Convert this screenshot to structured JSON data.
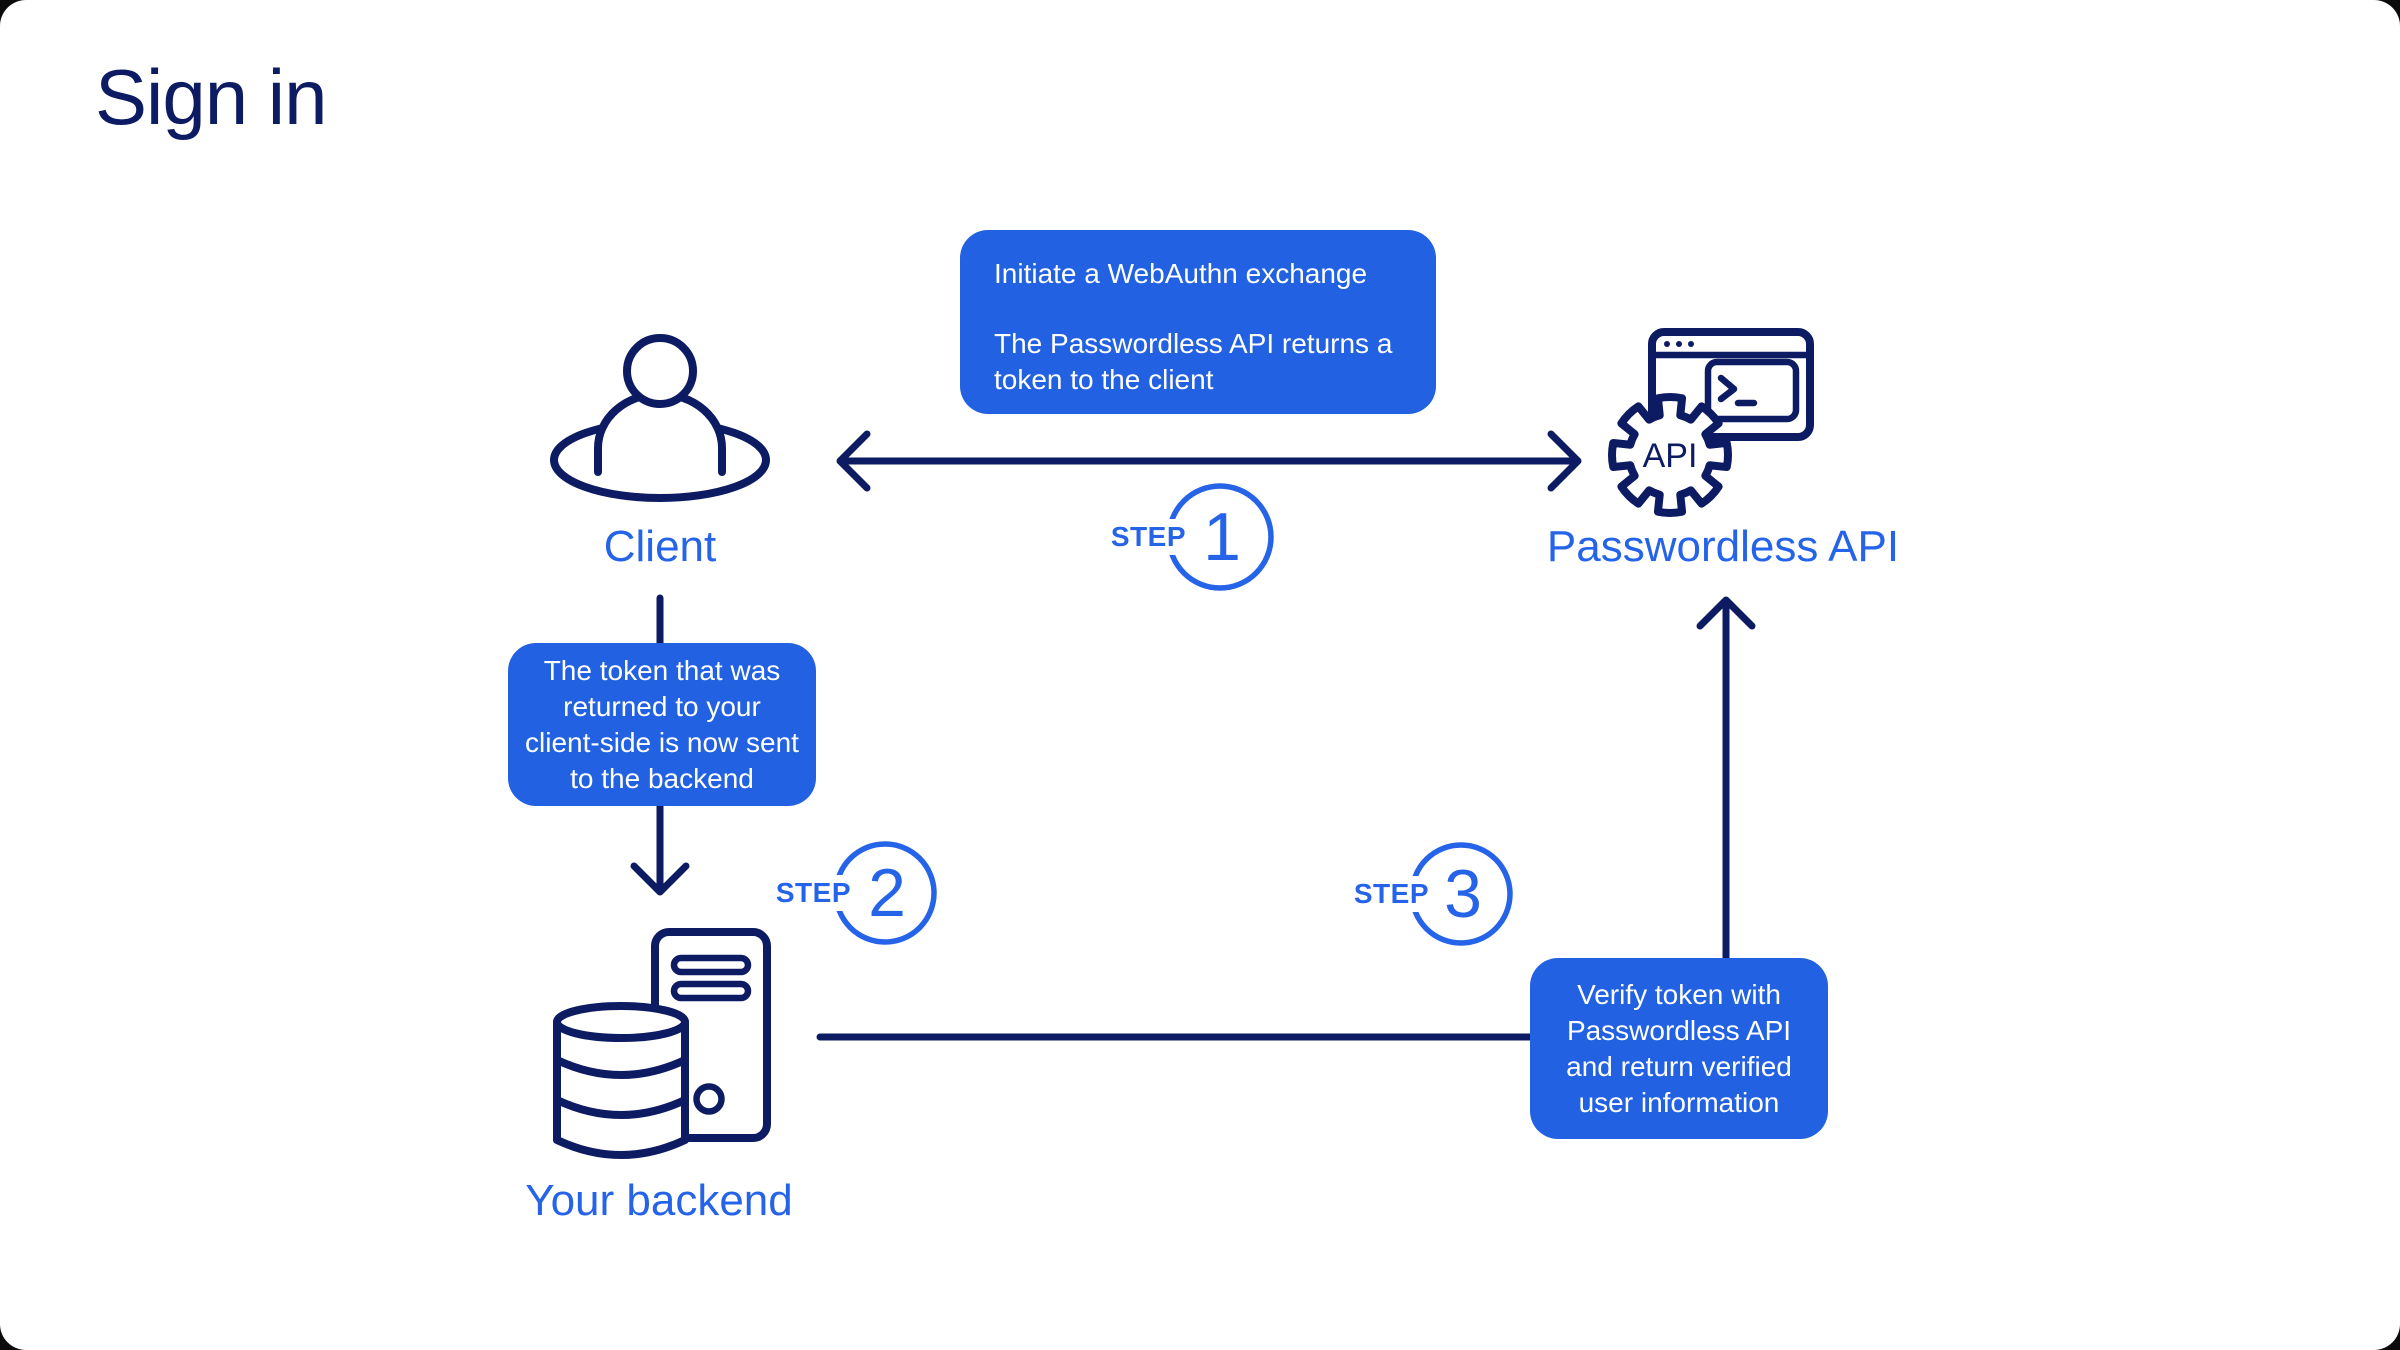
{
  "page": {
    "title": "Sign in"
  },
  "colors": {
    "navy": "#0d1b63",
    "accent": "#2563e8",
    "box_blue": "#2161e2"
  },
  "nodes": {
    "client": {
      "label": "Client"
    },
    "passwordless_api": {
      "label": "Passwordless API",
      "gear_text": "API"
    },
    "backend": {
      "label": "Your backend"
    }
  },
  "steps": [
    {
      "prefix": "STEP",
      "number": "1"
    },
    {
      "prefix": "STEP",
      "number": "2"
    },
    {
      "prefix": "STEP",
      "number": "3"
    }
  ],
  "callouts": {
    "step1": {
      "line1": "Initiate a WebAuthn exchange",
      "line2": "The Passwordless API returns a token to the client"
    },
    "step2": {
      "text": "The token that was returned to your client-side is now sent to the backend"
    },
    "step3": {
      "text": "Verify token with Passwordless API and return verified user information"
    }
  }
}
